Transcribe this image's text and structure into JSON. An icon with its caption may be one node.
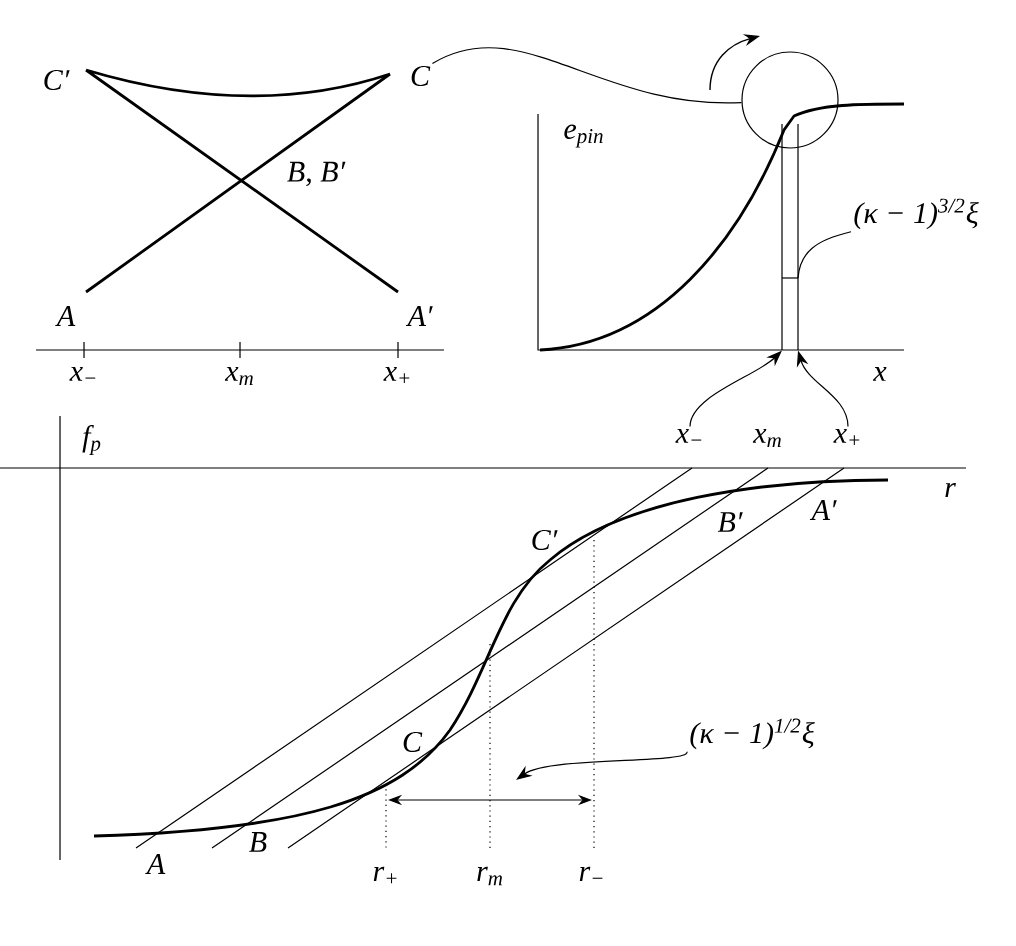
{
  "diagram": {
    "nodes": [
      {
        "text": [
          "(κ − 1)$^{3/2}$ξ"
        ]
      },
      {
        "text": [
          "x$_{−}$"
        ]
      },
      {
        "text": [
          "x$_{+}$"
        ]
      },
      {
        "text": [
          "C"
        ]
      },
      {
        "text": [],
        "shape": "circle"
      },
      {
        "text": [
          "(κ − 1)$^{1/2}$ξ"
        ]
      },
      {
        "text": [],
        "shape": "bar"
      },
      {
        "text": [],
        "shape": "bar"
      }
    ],
    "edges": [
      {
        "from": 0,
        "to": 7,
        "arrow": "none"
      },
      {
        "from": 1,
        "to": 6,
        "arrow": "to"
      },
      {
        "from": 2,
        "to": 7,
        "arrow": "to"
      },
      {
        "from": 3,
        "to": 4,
        "arrow": "none"
      },
      {
        "from": 5,
        "to": null,
        "arrow": "to"
      }
    ],
    "labels": [
      "C′",
      "B, B′",
      "A",
      "A′",
      "x$_{−}$",
      "x$_{m}$",
      "x$_{+}$",
      "e$_{pin}$",
      "x",
      "f$_{p}$",
      "x$_{m}$",
      "r",
      "C′",
      "B′",
      "A′",
      "C",
      "A",
      "B",
      "r$_{+}$",
      "r$_{m}$",
      "r$_{−}$"
    ]
  }
}
